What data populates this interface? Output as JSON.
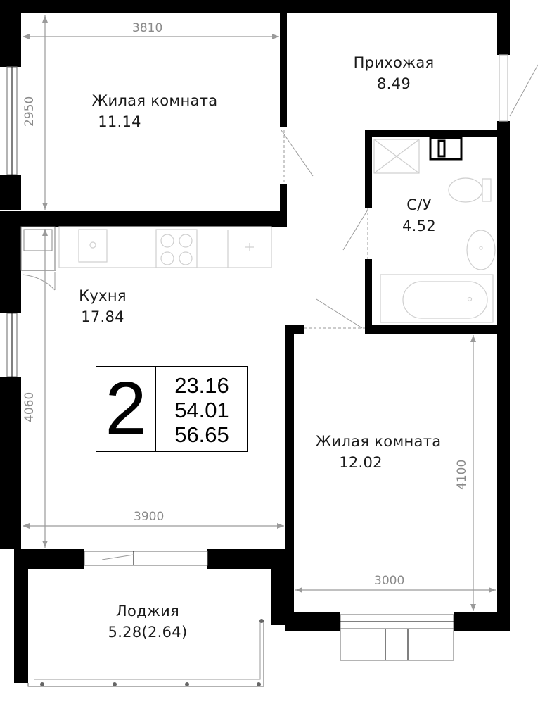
{
  "rooms": {
    "living_room_1": {
      "name": "Жилая комната",
      "area": "11.14"
    },
    "hallway": {
      "name": "Прихожая",
      "area": "8.49"
    },
    "bathroom": {
      "name": "С/У",
      "area": "4.52"
    },
    "kitchen": {
      "name": "Кухня",
      "area": "17.84"
    },
    "living_room_2": {
      "name": "Жилая комната",
      "area": "12.02"
    },
    "loggia": {
      "name": "Лоджия",
      "area": "5.28(2.64)"
    }
  },
  "dimensions": {
    "room1_width": "3810",
    "room1_height": "2950",
    "kitchen_height": "4060",
    "kitchen_width": "3900",
    "room2_height": "4100",
    "room2_width": "3000"
  },
  "summary": {
    "room_count": "2",
    "living_area": "23.16",
    "total_area": "54.01",
    "total_with_loggia": "56.65"
  }
}
